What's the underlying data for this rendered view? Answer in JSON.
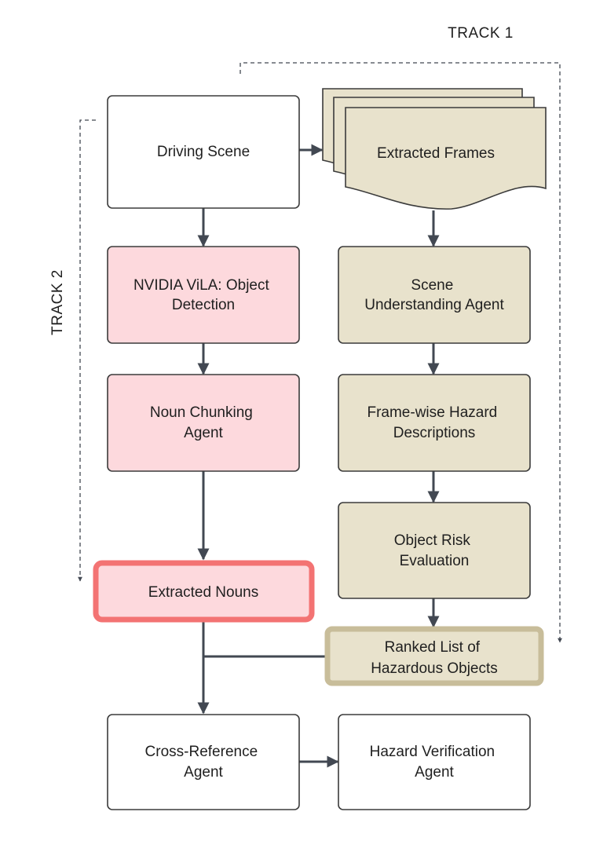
{
  "tracks": {
    "track1": "TRACK 1",
    "track2": "TRACK 2"
  },
  "nodes": {
    "driving_scene": [
      "Driving Scene"
    ],
    "extracted_frames": [
      "Extracted Frames"
    ],
    "vila_detection": [
      "NVIDIA ViLA: Object",
      "Detection"
    ],
    "scene_understanding": [
      "Scene",
      "Understanding Agent"
    ],
    "noun_chunking": [
      "Noun Chunking",
      "Agent"
    ],
    "hazard_descriptions": [
      "Frame-wise Hazard",
      "Descriptions"
    ],
    "object_risk": [
      "Object Risk",
      "Evaluation"
    ],
    "extracted_nouns": [
      "Extracted Nouns"
    ],
    "ranked_list": [
      "Ranked List of",
      "Hazardous Objects"
    ],
    "cross_reference": [
      "Cross-Reference",
      "Agent"
    ],
    "hazard_verification": [
      "Hazard Verification",
      "Agent"
    ]
  },
  "colors": {
    "white_box": "#ffffff",
    "pink_box": "#fdd9dd",
    "pink_highlight_border": "#f37373",
    "tan_box": "#e8e2cc",
    "tan_highlight_border": "#c8bd9a",
    "border": "#3b3b3b",
    "arrow": "#424852"
  }
}
